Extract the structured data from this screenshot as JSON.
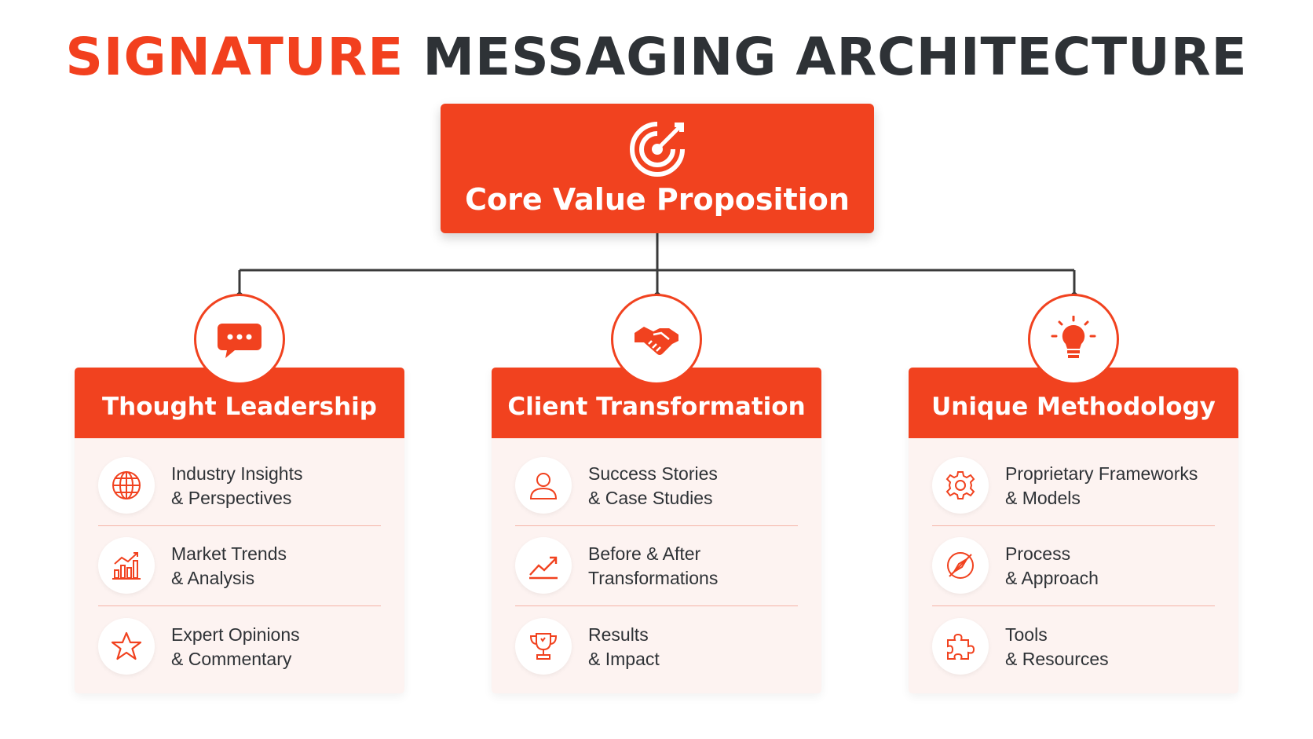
{
  "title": {
    "accent": "SIGNATURE",
    "rest": "MESSAGING ARCHITECTURE"
  },
  "colors": {
    "accent": "#f1421f",
    "dark_text": "#2e3236",
    "panel_bg": "#fdf3f1",
    "divider": "#f5b3a6",
    "connector": "#3a3a3a"
  },
  "core": {
    "label": "Core Value Proposition",
    "icon": "target-icon"
  },
  "columns": [
    {
      "title": "Thought Leadership",
      "icon": "chat-bubble-icon",
      "items": [
        {
          "line1": "Industry Insights",
          "line2": "& Perspectives",
          "icon": "globe-icon"
        },
        {
          "line1": "Market Trends",
          "line2": "& Analysis",
          "icon": "bar-chart-icon"
        },
        {
          "line1": "Expert Opinions",
          "line2": "& Commentary",
          "icon": "star-icon"
        }
      ]
    },
    {
      "title": "Client Transformation",
      "icon": "handshake-icon",
      "items": [
        {
          "line1": "Success Stories",
          "line2": "& Case Studies",
          "icon": "user-icon"
        },
        {
          "line1": "Before & After",
          "line2": "Transformations",
          "icon": "trend-up-icon"
        },
        {
          "line1": "Results",
          "line2": "& Impact",
          "icon": "trophy-icon"
        }
      ]
    },
    {
      "title": "Unique Methodology",
      "icon": "lightbulb-icon",
      "items": [
        {
          "line1": "Proprietary Frameworks",
          "line2": "& Models",
          "icon": "gear-icon"
        },
        {
          "line1": "Process",
          "line2": "& Approach",
          "icon": "compass-icon"
        },
        {
          "line1": "Tools",
          "line2": "& Resources",
          "icon": "puzzle-icon"
        }
      ]
    }
  ]
}
